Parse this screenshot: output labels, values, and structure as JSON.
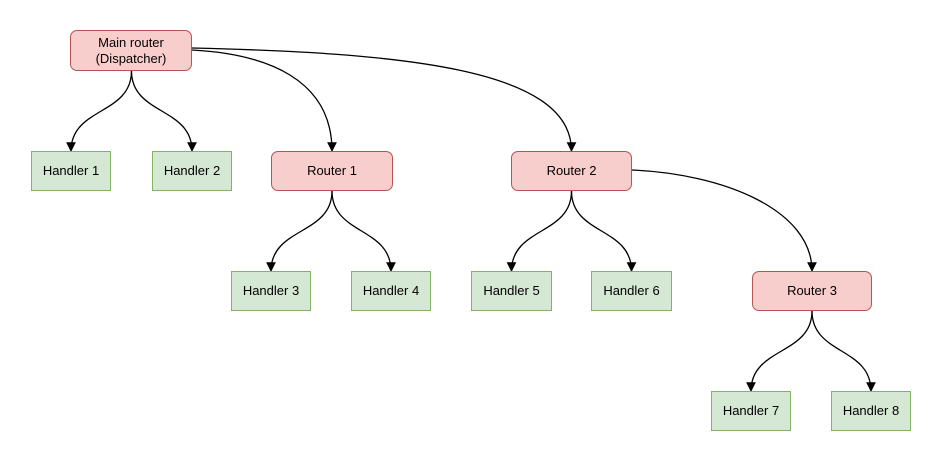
{
  "diagram": {
    "styles": {
      "background": "#ffffff",
      "router_fill": "#f8cecc",
      "router_border": "#b85450",
      "handler_fill": "#d5e8d4",
      "handler_border": "#82b366",
      "edge_color": "#000000",
      "text_color": "#000000"
    },
    "nodes": [
      {
        "id": "main-router",
        "type": "router",
        "label": "Main router\n(Dispatcher)"
      },
      {
        "id": "handler-1",
        "type": "handler",
        "label": "Handler 1"
      },
      {
        "id": "handler-2",
        "type": "handler",
        "label": "Handler 2"
      },
      {
        "id": "router-1",
        "type": "router",
        "label": "Router 1"
      },
      {
        "id": "router-2",
        "type": "router",
        "label": "Router 2"
      },
      {
        "id": "handler-3",
        "type": "handler",
        "label": "Handler 3"
      },
      {
        "id": "handler-4",
        "type": "handler",
        "label": "Handler 4"
      },
      {
        "id": "handler-5",
        "type": "handler",
        "label": "Handler 5"
      },
      {
        "id": "handler-6",
        "type": "handler",
        "label": "Handler 6"
      },
      {
        "id": "router-3",
        "type": "router",
        "label": "Router 3"
      },
      {
        "id": "handler-7",
        "type": "handler",
        "label": "Handler 7"
      },
      {
        "id": "handler-8",
        "type": "handler",
        "label": "Handler 8"
      }
    ],
    "edges": [
      {
        "from": "main-router",
        "to": "handler-1"
      },
      {
        "from": "main-router",
        "to": "handler-2"
      },
      {
        "from": "main-router",
        "to": "router-1"
      },
      {
        "from": "main-router",
        "to": "router-2"
      },
      {
        "from": "router-1",
        "to": "handler-3"
      },
      {
        "from": "router-1",
        "to": "handler-4"
      },
      {
        "from": "router-2",
        "to": "handler-5"
      },
      {
        "from": "router-2",
        "to": "handler-6"
      },
      {
        "from": "router-2",
        "to": "router-3"
      },
      {
        "from": "router-3",
        "to": "handler-7"
      },
      {
        "from": "router-3",
        "to": "handler-8"
      }
    ]
  }
}
